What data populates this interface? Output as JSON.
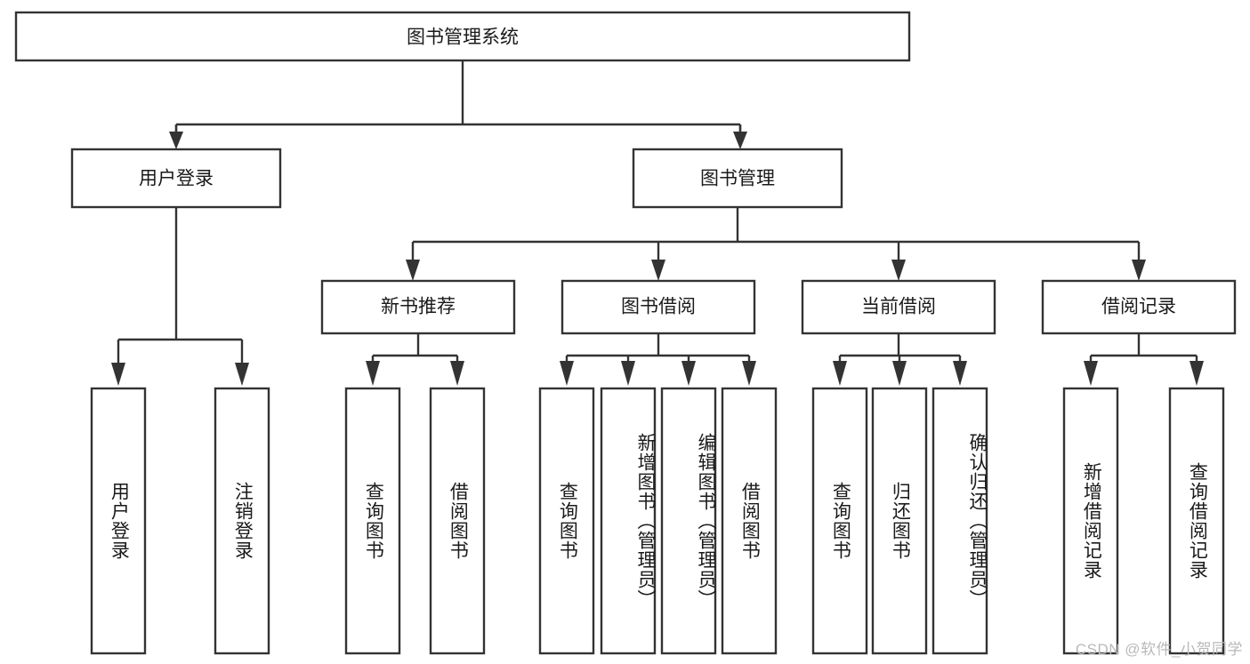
{
  "diagram": {
    "type": "tree",
    "title_node": {
      "id": "root",
      "label": "图书管理系统"
    },
    "level2": [
      {
        "id": "user-login",
        "label": "用户登录"
      },
      {
        "id": "book-management",
        "label": "图书管理"
      }
    ],
    "level3": [
      {
        "id": "new-book-recommend",
        "label": "新书推荐",
        "parent": "book-management"
      },
      {
        "id": "book-borrow",
        "label": "图书借阅",
        "parent": "book-management"
      },
      {
        "id": "current-borrow",
        "label": "当前借阅",
        "parent": "book-management"
      },
      {
        "id": "borrow-record",
        "label": "借阅记录",
        "parent": "book-management"
      }
    ],
    "leaves": [
      {
        "id": "leaf-user-login",
        "label": "用户登录",
        "parent": "user-login"
      },
      {
        "id": "leaf-logout-login",
        "label": "注销登录",
        "parent": "user-login"
      },
      {
        "id": "leaf-query-book-1",
        "label": "查询图书",
        "parent": "new-book-recommend"
      },
      {
        "id": "leaf-borrow-book-1",
        "label": "借阅图书",
        "parent": "new-book-recommend"
      },
      {
        "id": "leaf-query-book-2",
        "label": "查询图书",
        "parent": "book-borrow"
      },
      {
        "id": "leaf-add-book",
        "label": "新增图书（管理员）",
        "parent": "book-borrow"
      },
      {
        "id": "leaf-edit-book",
        "label": "编辑图书（管理员）",
        "parent": "book-borrow"
      },
      {
        "id": "leaf-borrow-book-2",
        "label": "借阅图书",
        "parent": "book-borrow"
      },
      {
        "id": "leaf-query-book-3",
        "label": "查询图书",
        "parent": "current-borrow"
      },
      {
        "id": "leaf-return-book",
        "label": "归还图书",
        "parent": "current-borrow"
      },
      {
        "id": "leaf-confirm-return",
        "label": "确认归还（管理员）",
        "parent": "current-borrow"
      },
      {
        "id": "leaf-add-borrow-record",
        "label": "新增借阅记录",
        "parent": "borrow-record"
      },
      {
        "id": "leaf-query-borrow-record",
        "label": "查询借阅记录",
        "parent": "borrow-record"
      }
    ]
  },
  "watermark": {
    "text": "CSDN @软件_小贺同学"
  },
  "colors": {
    "stroke": "#333333",
    "box_fill": "#ffffff",
    "text": "#1a1a1a",
    "background": "#ffffff",
    "watermark": "#b9b9b9"
  }
}
